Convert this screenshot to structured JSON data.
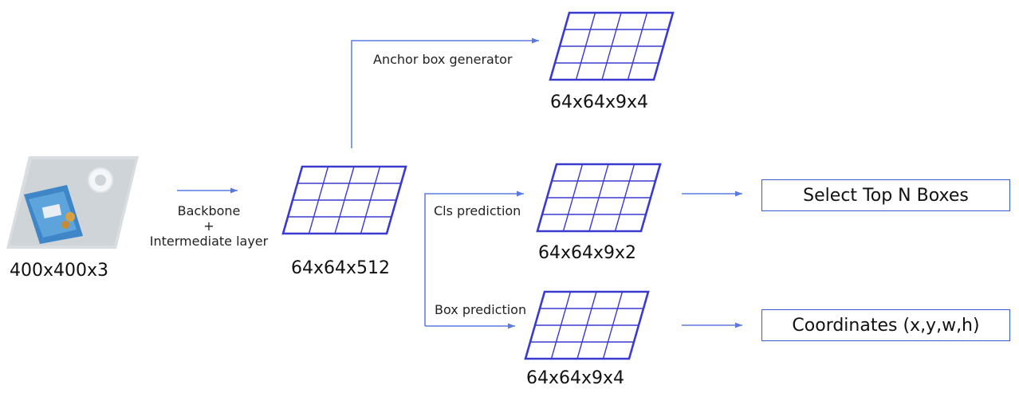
{
  "colors": {
    "grid_stroke": "#3a3ad0",
    "arrow": "#5a7ae0",
    "box_border": "#3a5ad6"
  },
  "input": {
    "image_icon": "input-photo-icon",
    "dims": "400x400x3"
  },
  "backbone": {
    "line1": "Backbone",
    "line2": "+",
    "line3": "Intermediate layer"
  },
  "feature_map": {
    "dims": "64x64x512"
  },
  "anchor": {
    "label": "Anchor box generator",
    "dims": "64x64x9x4"
  },
  "cls": {
    "label": "Cls prediction",
    "dims": "64x64x9x2",
    "output": "Select Top N Boxes"
  },
  "box": {
    "label": "Box prediction",
    "dims": "64x64x9x4",
    "output": "Coordinates (x,y,w,h)"
  }
}
